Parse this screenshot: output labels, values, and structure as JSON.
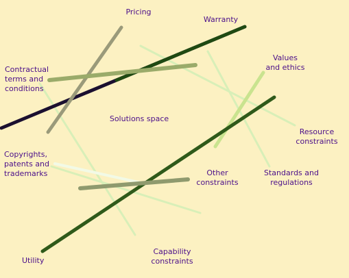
{
  "colors": {
    "background": "#fcf1c2",
    "label_text": "#4b0f8a",
    "dark_green": "#1f4a12",
    "deep_green": "#2f5a1a",
    "olive": "#9aab6a",
    "gray_olive": "#9a9a7a",
    "light_green": "#d8efb8",
    "pale_line": "#e9f7d6",
    "black_purple": "#1b1030"
  },
  "labels": {
    "pricing": "Pricing",
    "warranty": "Warranty",
    "values_ethics": "Values\nand ethics",
    "contractual": "Contractual\nterms and\nconditions",
    "solutions_space": "Solutions space",
    "resource_constraints": "Resource\nconstraints",
    "copyrights": "Copyrights,\npatents and\ntrademarks",
    "other_constraints": "Other\nconstraints",
    "standards": "Standards and\nregulations",
    "utility": "Utility",
    "capability": "Capability\nconstraints"
  }
}
